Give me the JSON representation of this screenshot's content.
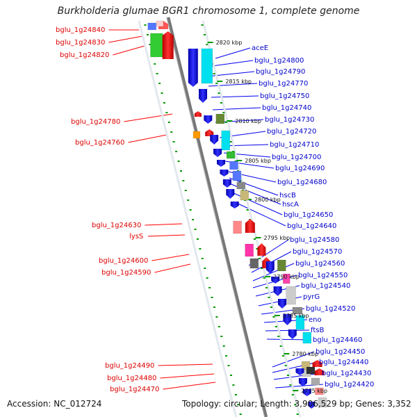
{
  "title": "Burkholderia glumae BGR1 chromosome 1, complete genome",
  "footer": {
    "accession": "Accession: NC_012724",
    "summary": "Topology: circular; Length: 3,906,529 bp; Genes: 3,352"
  },
  "scale_labels": [
    "2820 kbp",
    "2815 kbp",
    "2810 kbp",
    "2805 kbp",
    "2800 kbp",
    "2795 kbp",
    "2790 kbp",
    "2785 kbp",
    "2780 kbp",
    "2775 kbp"
  ],
  "colors": {
    "forward_label": "#dd0000",
    "reverse_label": "#0000cc",
    "forward_cds": "#ff0000",
    "reverse_cds": "#0000ee",
    "backbone": "#888888",
    "tick": "#009900"
  },
  "left_labels": [
    "bglu_1g24840",
    "bglu_1g24830",
    "bglu_1g24820",
    "bglu_1g24780",
    "bglu_1g24760",
    "bglu_1g24630",
    "lysS",
    "bglu_1g24600",
    "bglu_1g24590",
    "bglu_1g24490",
    "bglu_1g24480",
    "bglu_1g24470"
  ],
  "right_labels": [
    "aceE",
    "bglu_1g24800",
    "bglu_1g24790",
    "bglu_1g24770",
    "bglu_1g24750",
    "bglu_1g24740",
    "bglu_1g24730",
    "bglu_1g24720",
    "bglu_1g24710",
    "bglu_1g24700",
    "bglu_1g24690",
    "bglu_1g24680",
    "hscB",
    "hscA",
    "bglu_1g24650",
    "bglu_1g24640",
    "bglu_1g24580",
    "bglu_1g24570",
    "bglu_1g24560",
    "bglu_1g24550",
    "bglu_1g24540",
    "pyrG",
    "bglu_1g24520",
    "eno",
    "ftsB",
    "bglu_1g24460",
    "bglu_1g24450",
    "bglu_1g24440",
    "bglu_1g24430",
    "bglu_1g24420"
  ]
}
